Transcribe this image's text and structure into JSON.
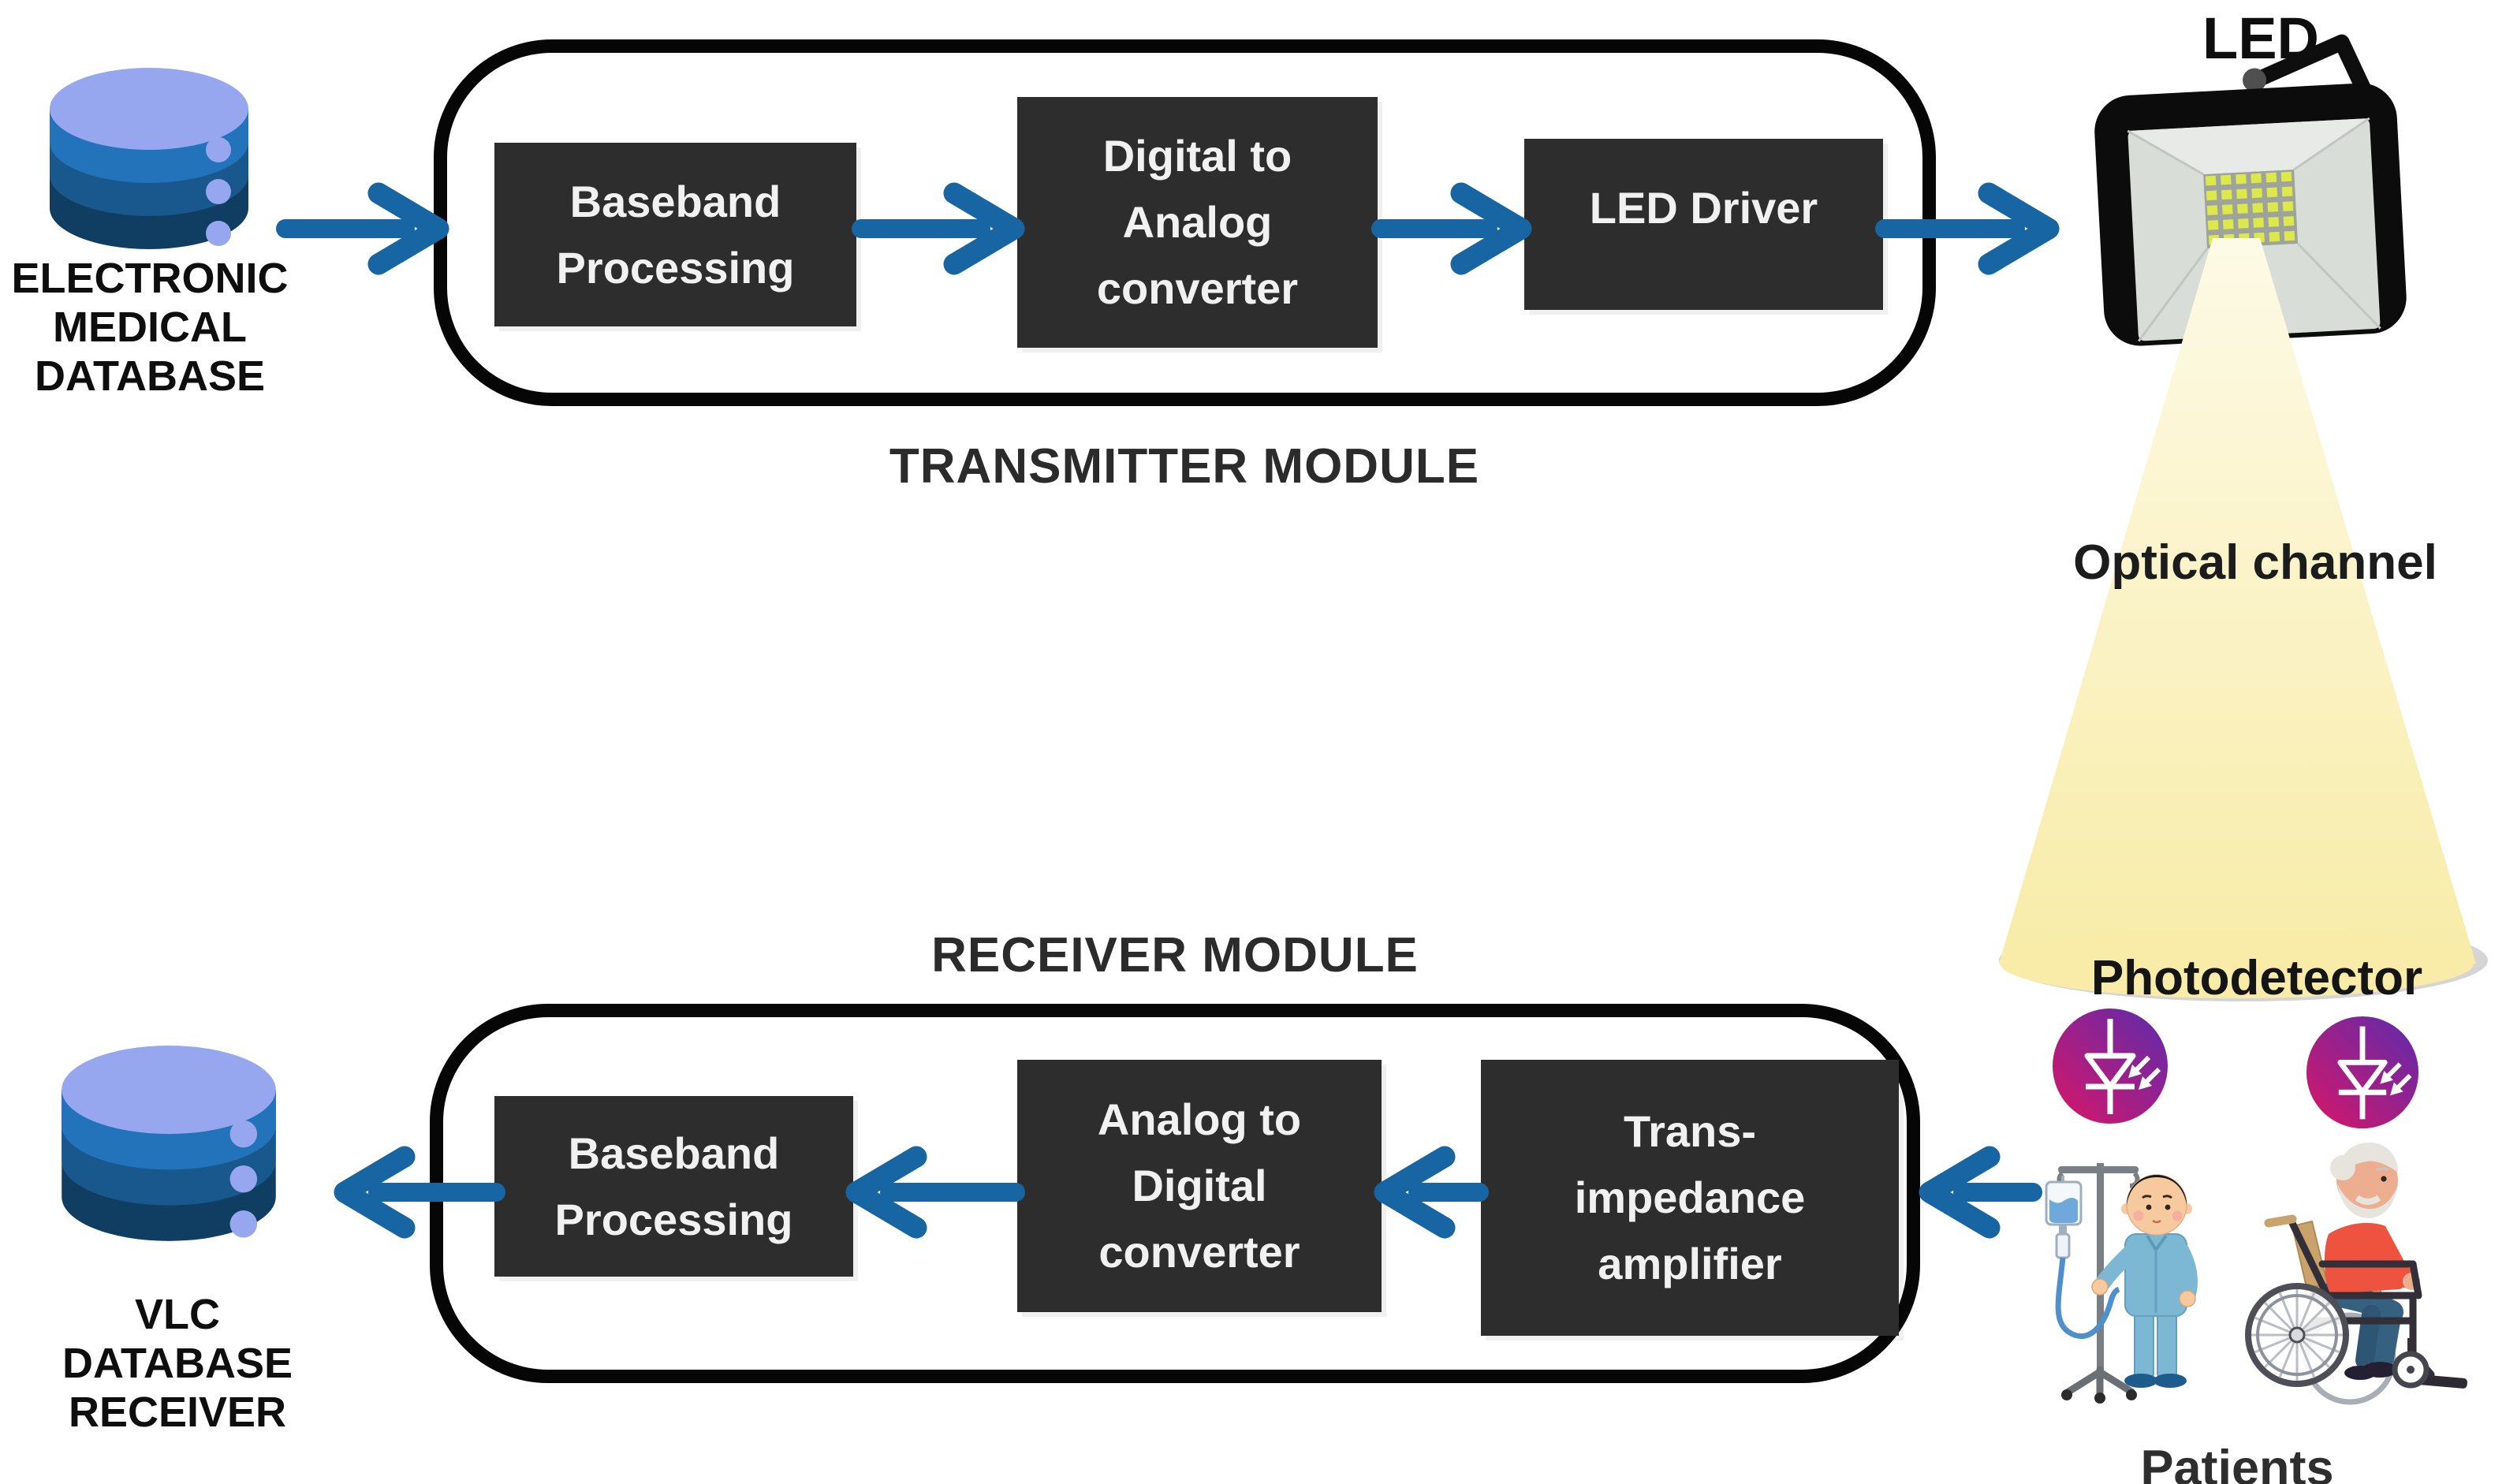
{
  "modules": {
    "transmitter": {
      "title": "TRANSMITTER MODULE",
      "boxes": [
        [
          "Baseband",
          "Processing"
        ],
        [
          "Digital to",
          "Analog",
          "converter"
        ],
        [
          "LED Driver"
        ]
      ]
    },
    "receiver": {
      "title": "RECEIVER MODULE",
      "boxes": [
        [
          "Baseband",
          "Processing"
        ],
        [
          "Analog to",
          "Digital",
          "converter"
        ],
        [
          "Trans-",
          "impedance",
          "amplifier"
        ]
      ]
    }
  },
  "labels": {
    "source_database": [
      "ELECTRONIC",
      "MEDICAL",
      "DATABASE"
    ],
    "receiver_database": [
      "VLC",
      "DATABASE",
      "RECEIVER"
    ],
    "led": "LED",
    "optical_channel": "Optical channel",
    "photodetector": "Photodetector",
    "patients": "Patients"
  },
  "icons": {
    "source_database": "database-icon",
    "receiver_database": "database-icon",
    "led_fixture": "led-floodlight-icon",
    "light_beam": "light-cone-icon",
    "photodetector_left": "photodiode-icon",
    "photodetector_right": "photodiode-icon",
    "iv_stand": "iv-drip-icon",
    "standing_patient": "patient-standing-icon",
    "wheelchair_patient": "patient-wheelchair-icon",
    "flow_arrows": "arrow-icon"
  },
  "colors": {
    "arrow": "#1765A3",
    "box-bg": "#2D2D2D",
    "box-text": "#F1F1F1",
    "module-border": "#060606",
    "title-text": "#2B2B2B",
    "label-text": "#0E0E0E",
    "cone-top": "#FDFAE6",
    "cone-bottom": "#F8ECA8",
    "floor": "#D5D5D5",
    "pd1": "#D81667",
    "pd2": "#5D2BAD",
    "db-top": "#97A7EF",
    "db-b1": "#2273B9",
    "db-b2": "#19588C",
    "db-b3": "#103E63"
  }
}
